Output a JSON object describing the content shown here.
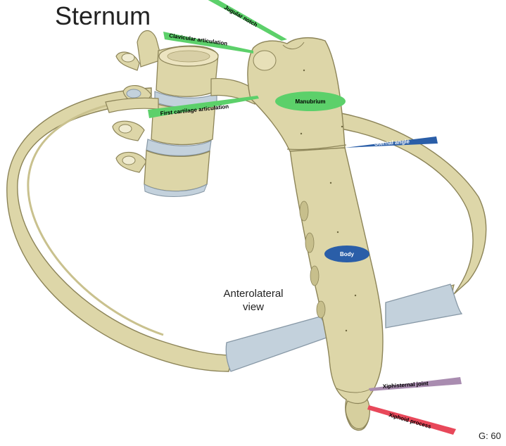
{
  "title": "Sternum",
  "view_label": "Anterolateral view",
  "page_ref": "G: 60",
  "labels": {
    "jugular_notch": "Jugular notch",
    "clavicular_articulation": "Clavicular articulation",
    "first_cartilage_articulation": "First cartilage articulation",
    "manubrium": "Manubrium",
    "sternal_angle": "Sternal angle",
    "body": "Body",
    "xiphisternal_joint": "Xiphisternal joint",
    "xiphoid_process": "Xiphoid process"
  },
  "colors": {
    "bone": "#ddd6a8",
    "bone_outline": "#8c8458",
    "cartilage": "#c3d1dc",
    "green_tag": "#5cd06a",
    "blue_tag": "#2a5ea8",
    "purple_tag": "#a98cb0",
    "red_tag": "#e8485a"
  }
}
